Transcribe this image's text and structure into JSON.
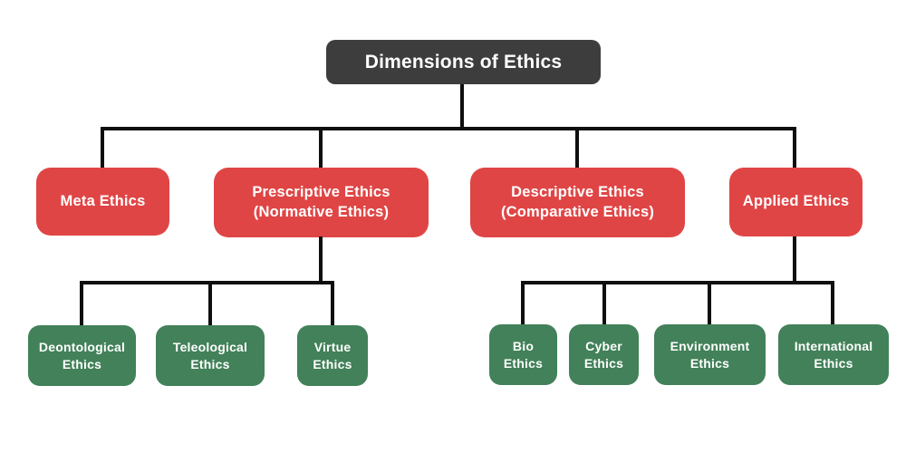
{
  "colors": {
    "dark": "#3D3D3D",
    "red": "#E04545",
    "green": "#428159",
    "line": "#0F0F0F",
    "text": "#FFFFFF",
    "background": "#FFFFFF"
  },
  "diagram": {
    "title": "Dimensions of Ethics",
    "branches": [
      {
        "label": "Meta Ethics",
        "children": []
      },
      {
        "label": "Prescriptive Ethics\n(Normative Ethics)",
        "children": [
          "Deontological\nEthics",
          "Teleological\nEthics",
          "Virtue\nEthics"
        ]
      },
      {
        "label": "Descriptive Ethics\n(Comparative Ethics)",
        "children": []
      },
      {
        "label": "Applied Ethics",
        "children": [
          "Bio\nEthics",
          "Cyber\nEthics",
          "Environment\nEthics",
          "International\nEthics"
        ]
      }
    ]
  }
}
